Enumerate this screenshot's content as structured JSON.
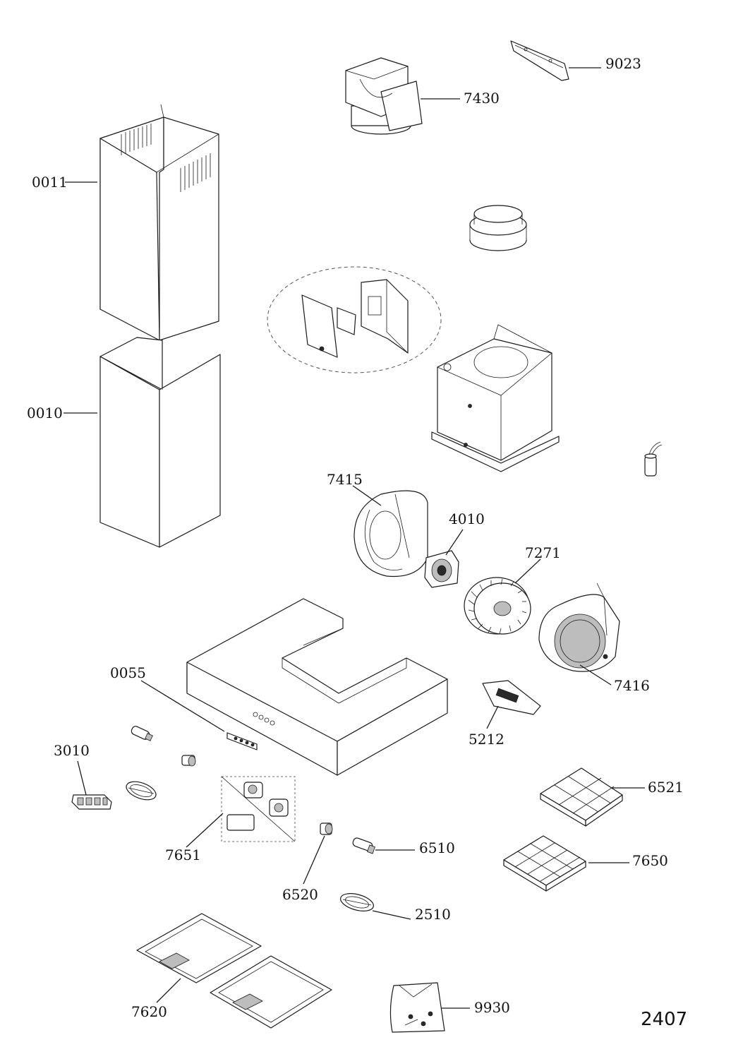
{
  "diagram": {
    "code": "2407",
    "parts": [
      {
        "id": "0011",
        "label": "0011"
      },
      {
        "id": "0010",
        "label": "0010"
      },
      {
        "id": "7430",
        "label": "7430"
      },
      {
        "id": "9023",
        "label": "9023"
      },
      {
        "id": "7415",
        "label": "7415"
      },
      {
        "id": "4010",
        "label": "4010"
      },
      {
        "id": "7271",
        "label": "7271"
      },
      {
        "id": "7416",
        "label": "7416"
      },
      {
        "id": "0055",
        "label": "0055"
      },
      {
        "id": "5212",
        "label": "5212"
      },
      {
        "id": "3010",
        "label": "3010"
      },
      {
        "id": "7651",
        "label": "7651"
      },
      {
        "id": "6521",
        "label": "6521"
      },
      {
        "id": "6510",
        "label": "6510"
      },
      {
        "id": "7650",
        "label": "7650"
      },
      {
        "id": "6520",
        "label": "6520"
      },
      {
        "id": "2510",
        "label": "2510"
      },
      {
        "id": "7620",
        "label": "7620"
      },
      {
        "id": "9930",
        "label": "9930"
      }
    ]
  }
}
